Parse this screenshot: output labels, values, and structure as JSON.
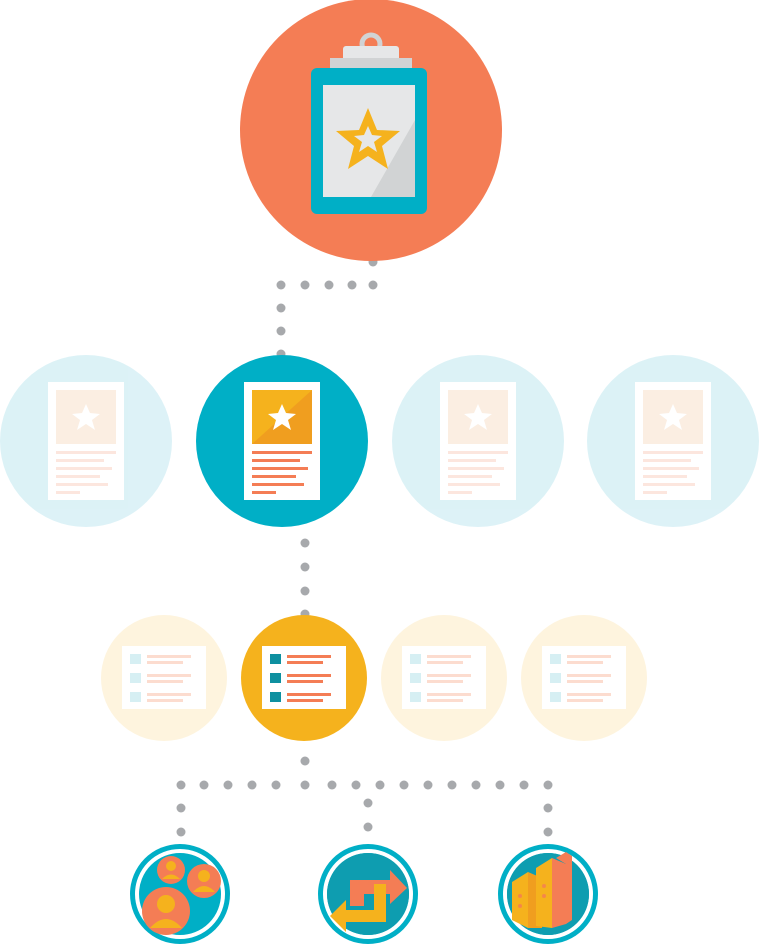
{
  "diagram": {
    "root": {
      "icon": "clipboard-star-icon",
      "color": "#F47D55"
    },
    "level1": {
      "active_index": 1,
      "icon": "document-star-icon",
      "active_color": "#00AFC6",
      "inactive_color": "#DDF2F6",
      "count": 4
    },
    "level2": {
      "active_index": 1,
      "icon": "checklist-icon",
      "active_color": "#F5B21D",
      "inactive_color": "#FEF4DE",
      "count": 4
    },
    "leaves": [
      {
        "icon": "people-icon",
        "color": "#00AFC6"
      },
      {
        "icon": "exchange-arrows-icon",
        "color": "#00AFC6"
      },
      {
        "icon": "growth-chart-icon",
        "color": "#00AFC6"
      }
    ],
    "connector_color": "#A7A9AC",
    "accent_orange": "#F47D55",
    "accent_yellow": "#F5B21D"
  }
}
